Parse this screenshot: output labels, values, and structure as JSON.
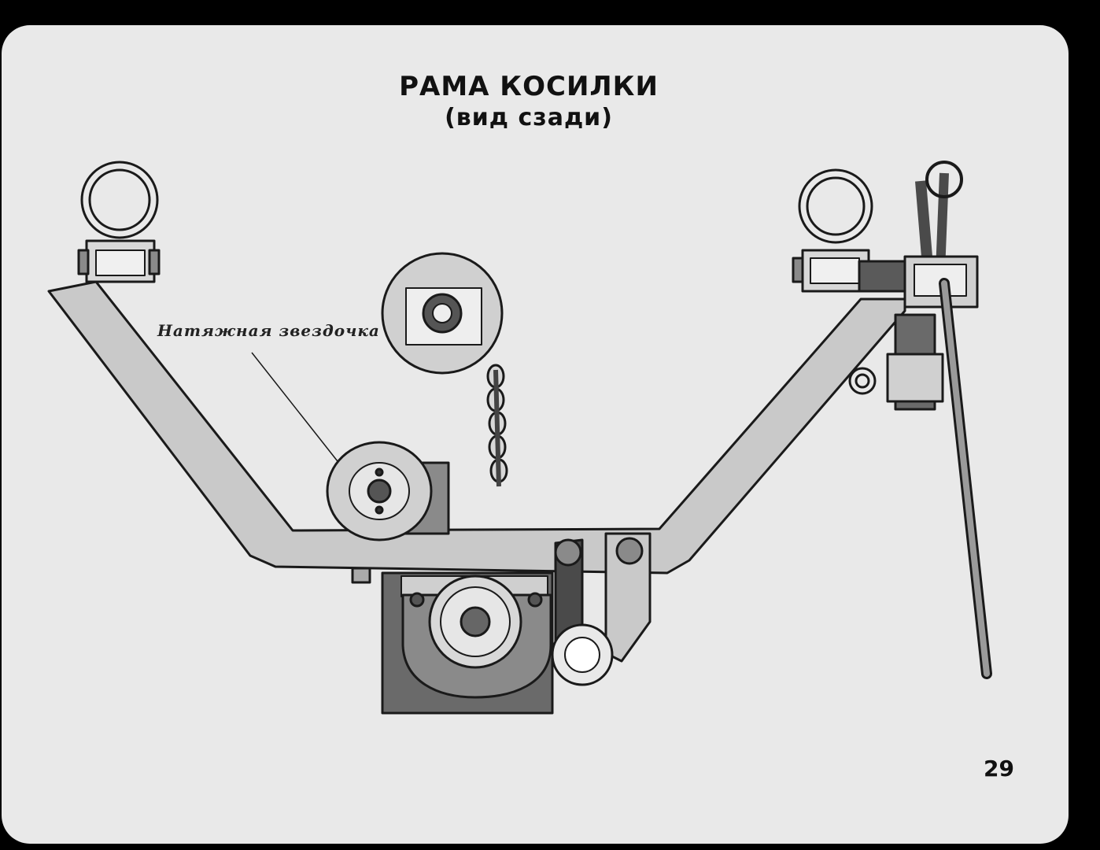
{
  "title": {
    "main": "РАМА КОСИЛКИ",
    "sub": "(вид сзади)"
  },
  "labels": {
    "tension_sprocket": "Натяжная звездочка"
  },
  "page_number": "29",
  "colors": {
    "background": "#000000",
    "slide": "#e9e9e9",
    "frame_fill": "#c9c9c9",
    "dark_fill": "#6a6a6a",
    "outline": "#1a1a1a"
  }
}
